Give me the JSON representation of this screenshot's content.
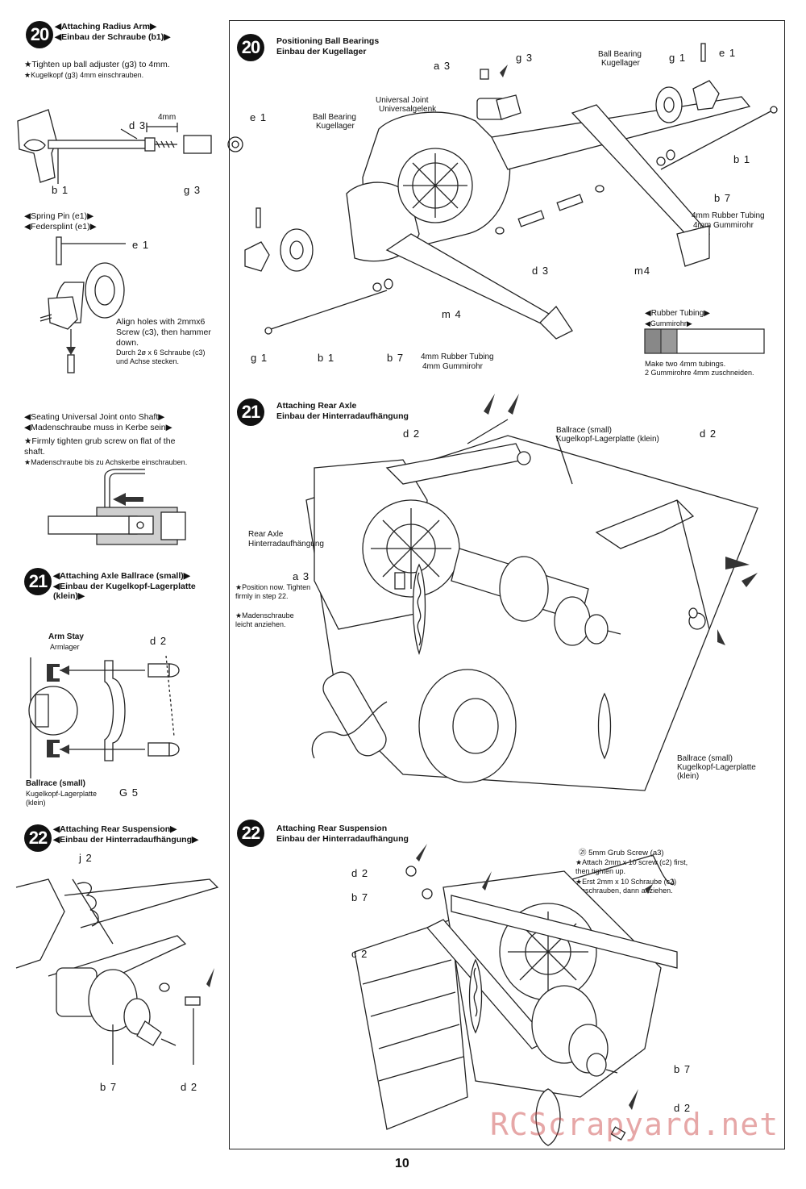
{
  "page_number": "10",
  "watermark": "RCScrapyard.net",
  "left": {
    "s20a": {
      "num": "20",
      "title_en": "◀Attaching Radius Arm▶",
      "title_de": "◀Einbau der Schraube (b1)▶",
      "note_en": "★Tighten up ball adjuster (g3) to 4mm.",
      "note_de": "★Kugelkopf (g3) 4mm einschrauben.",
      "dim": "4mm",
      "labels": {
        "d3": "d 3",
        "b1": "b 1",
        "g3": "g 3",
        "e1": "e 1"
      }
    },
    "spring": {
      "title_en": "◀Spring Pin (e1)▶",
      "title_de": "◀Federsplint (e1)▶",
      "e1": "e 1",
      "note_en": "Align holes with 2mmx6 Screw (c3), then hammer down.",
      "note_de": "Durch 2ø x 6 Schraube (c3) und Achse stecken."
    },
    "seat": {
      "title_en": "◀Seating Universal Joint onto Shaft▶",
      "title_de": "◀Madenschraube muss in Kerbe sein▶",
      "note_en": "★Firmly tighten grub screw on flat of the shaft.",
      "note_de": "★Madenschraube bis zu Achskerbe einschrauben."
    },
    "s21a": {
      "num": "21",
      "title_en": "◀Attaching Axle Ballrace (small)▶",
      "title_de": "◀Einbau der Kugelkopf-Lagerplatte (klein)▶",
      "arm_en": "Arm Stay",
      "arm_de": "Armlager",
      "d2": "d 2",
      "ball_en": "Ballrace (small)",
      "ball_de": "Kugelkopf-Lagerplatte (klein)",
      "g5": "G 5"
    },
    "s22a": {
      "num": "22",
      "title_en": "◀Attaching Rear Suspension▶",
      "title_de": "◀Einbau der Hinterradaufhängung▶",
      "j2": "j 2",
      "b7": "b 7",
      "d2": "d 2"
    }
  },
  "right": {
    "s20": {
      "num": "20",
      "title_en": "Positioning Ball Bearings",
      "title_de": "Einbau der Kugellager",
      "labels": {
        "a3": "a 3",
        "g3": "g 3",
        "uj_en": "Universal Joint",
        "uj_de": "Universalgelenk",
        "bb1_en": "Ball Bearing",
        "bb1_de": "Kugellager",
        "bb2_en": "Ball Bearing",
        "bb2_de": "Kugellager",
        "g1": "g 1",
        "e1": "e 1",
        "e1b": "e 1",
        "b1": "b 1",
        "b7": "b 7",
        "rt_en": "4mm Rubber Tubing",
        "rt_de": "4mm Gummirohr",
        "d3": "d 3",
        "m4": "m4",
        "m4b": "m 4",
        "g1b": "g 1",
        "b1b": "b 1",
        "b7b": "b 7",
        "rt2_en": "4mm Rubber Tubing",
        "rt2_de": "4mm Gummirohr"
      },
      "rubber": {
        "title_en": "◀Rubber Tubing▶",
        "title_de": "◀Gummirohr▶",
        "note_en": "Make two 4mm tubings.",
        "note_de": "2 Gummirohre 4mm zuschneiden."
      }
    },
    "s21": {
      "num": "21",
      "title_en": "Attaching Rear Axle",
      "title_de": "Einbau der Hinterradaufhängung",
      "d2a": "d 2",
      "d2b": "d 2",
      "ball_en": "Ballrace (small)",
      "ball_de": "Kugelkopf-Lagerplatte (klein)",
      "axle_en": "Rear Axle",
      "axle_de": "Hinterradaufhängung",
      "a3": "a 3",
      "pos_en": "★Position now. Tighten firmly in step 22.",
      "pos_de": "★Madenschraube leicht anziehen.",
      "ball2_en": "Ballrace (small)",
      "ball2_de": "Kugelkopf-Lagerplatte (klein)"
    },
    "s22": {
      "num": "22",
      "title_en": "Attaching Rear Suspension",
      "title_de": "Einbau der Hinterradaufhängung",
      "d2": "d 2",
      "b7": "b 7",
      "c2": "c 2",
      "grub": "㉑ 5mm Grub Screw (a3)",
      "grub_en": "★Attach 2mm x 10 screw (c2) first, then tighten up.",
      "grub_de": "★Erst 2mm x 10 Schraube (c2) einschrauben, dann anziehen.",
      "b7b": "b 7",
      "d2b": "d 2"
    }
  }
}
